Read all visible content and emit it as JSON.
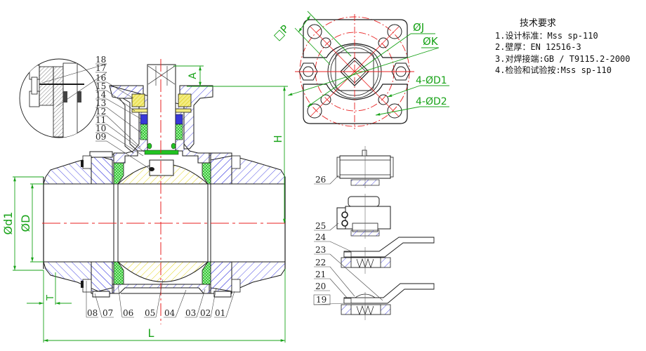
{
  "drawing": {
    "type": "full-bore three-piece welded ball valve — sectional assembly drawing",
    "colors": {
      "outline": "#1a1a1a",
      "body_hatch": "#3a3ae0",
      "ball_hatch": "#e0d000",
      "seat_fill": "#22c322",
      "packing_fill": "#3838d8",
      "centerline": "#e82020",
      "dimension": "#19a319"
    }
  },
  "technical_requirements": {
    "title": "技术要求",
    "items": [
      "1.设计标准：Mss sp-110",
      "2.壁厚：EN 12516-3",
      "3.对焊接端:GB / T9115.2-2000",
      "4.检验和试验按:Mss sp-110"
    ]
  },
  "dimensions": {
    "top_view": [
      "□P",
      "ØJ",
      "ØK",
      "4-ØD1",
      "4-ØD2"
    ],
    "section_view": {
      "A": "A",
      "H": "H",
      "d1": "Ød1",
      "D": "ØD",
      "T": "T",
      "L": "L"
    }
  },
  "part_labels": {
    "bottom": [
      "08",
      "07",
      "06",
      "05",
      "04",
      "03",
      "02",
      "01"
    ],
    "left_stack": [
      "18",
      "17",
      "16",
      "15",
      "14",
      "13",
      "12",
      "11",
      "10",
      "09"
    ],
    "actuators": [
      "26",
      "25"
    ],
    "handles": [
      "24",
      "23",
      "22",
      "21",
      "20",
      "19"
    ]
  }
}
